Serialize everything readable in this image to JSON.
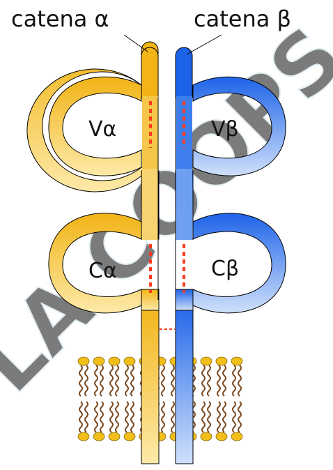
{
  "labels": {
    "chain_alpha": "catena α",
    "chain_beta": "catena β",
    "v_alpha": "Vα",
    "v_beta": "Vβ",
    "c_alpha": "Cα",
    "c_beta": "Cβ"
  },
  "watermark": {
    "text": "LA COOPS",
    "color": "#c9dde8"
  },
  "colors": {
    "alpha_dark": "#f2b416",
    "alpha_light": "#fde9a8",
    "beta_dark": "#1d63e8",
    "beta_light": "#cfe0fb",
    "stroke": "#000000",
    "disulfide": "#ff3b1f",
    "lipid_head": "#f2bf1a",
    "lipid_tail": "#7a4a22"
  }
}
